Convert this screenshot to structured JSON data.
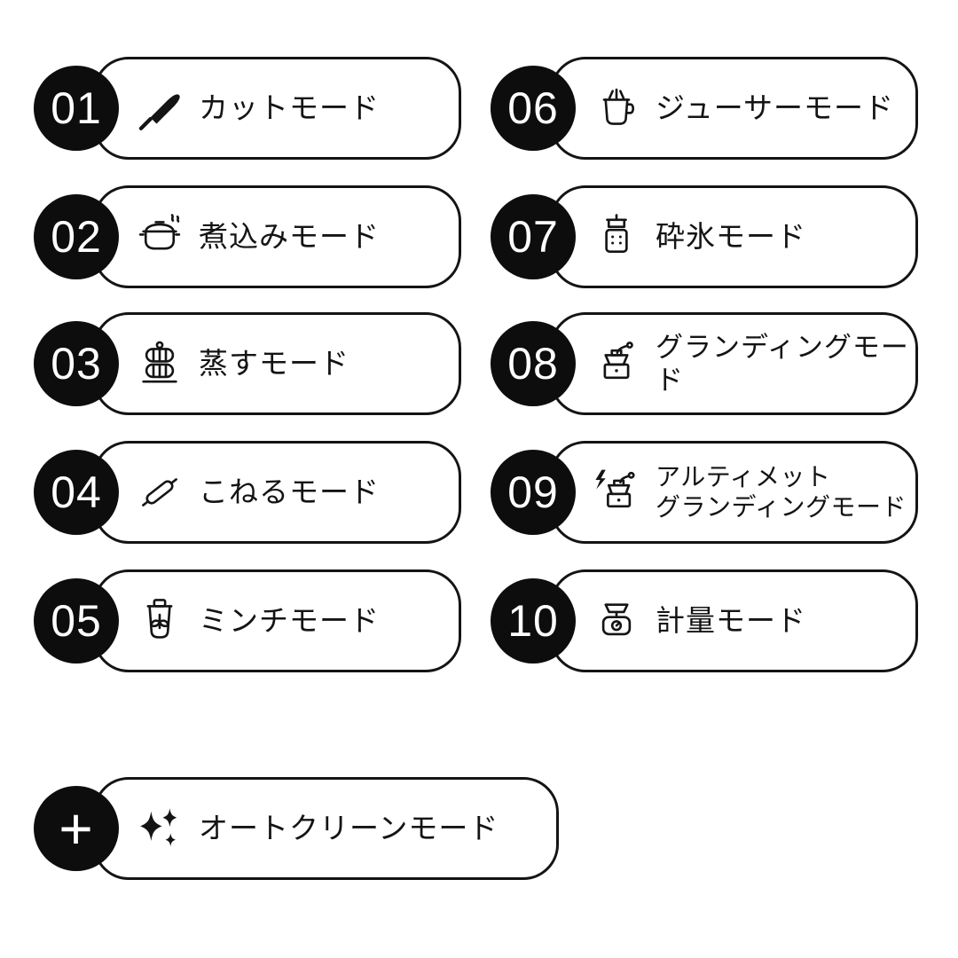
{
  "colors": {
    "ink": "#141414",
    "background": "#ffffff"
  },
  "modes": [
    {
      "number": "01",
      "label": "カットモード",
      "icon": "knife-icon"
    },
    {
      "number": "02",
      "label": "煮込みモード",
      "icon": "stew-pot-icon"
    },
    {
      "number": "03",
      "label": "蒸すモード",
      "icon": "steamer-icon"
    },
    {
      "number": "04",
      "label": "こねるモード",
      "icon": "rolling-pin-icon"
    },
    {
      "number": "05",
      "label": "ミンチモード",
      "icon": "chopper-icon"
    },
    {
      "number": "06",
      "label": "ジューサーモード",
      "icon": "juicer-icon"
    },
    {
      "number": "07",
      "label": "砕氷モード",
      "icon": "ice-crusher-icon"
    },
    {
      "number": "08",
      "label": "グランディングモード",
      "icon": "coffee-mill-icon"
    },
    {
      "number": "09",
      "label": "アルティメット\nグランディングモード",
      "icon": "ultimate-mill-icon"
    },
    {
      "number": "10",
      "label": "計量モード",
      "icon": "kitchen-scale-icon"
    }
  ],
  "auto_clean_mode": {
    "number": "+",
    "label": "オートクリーンモード",
    "icon": "sparkles-icon"
  }
}
